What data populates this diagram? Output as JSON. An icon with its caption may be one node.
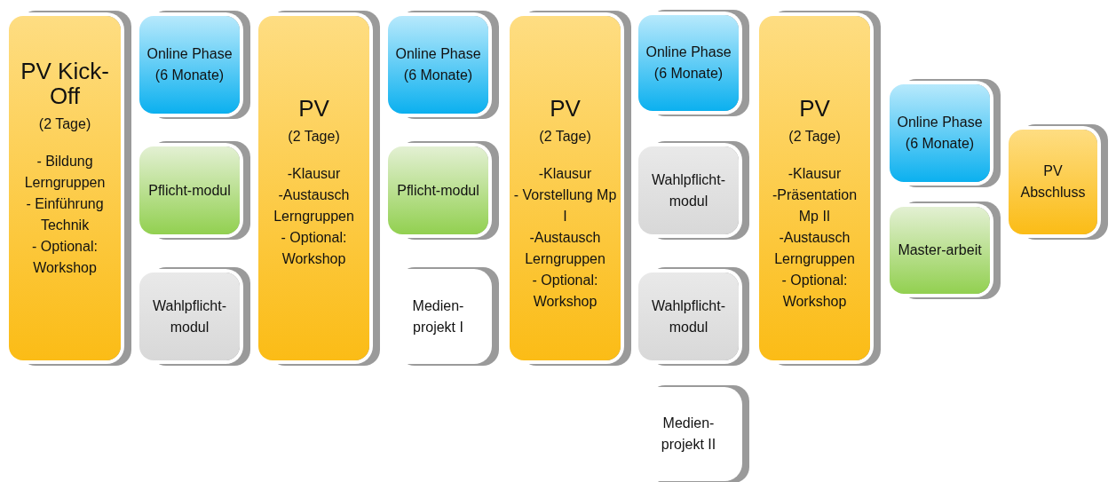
{
  "diagram": {
    "nodes": [
      {
        "text": [
          "PV Kick-Off",
          "(2 Tage)",
          "- Bildung Lerngruppen",
          "- Einführung Technik",
          "- Optional: Workshop"
        ]
      },
      {
        "text": [
          "Online Phase (6 Monate)"
        ]
      },
      {
        "text": [
          "Pflicht-modul"
        ]
      },
      {
        "text": [
          "Wahlpflicht-modul"
        ]
      },
      {
        "text": [
          "PV",
          "(2 Tage)",
          "-Klausur",
          "-Austausch Lerngruppen",
          "- Optional: Workshop"
        ]
      },
      {
        "text": [
          "Online Phase (6 Monate)"
        ]
      },
      {
        "text": [
          "Pflicht-modul"
        ]
      },
      {
        "text": [
          "Medien-projekt I"
        ]
      },
      {
        "text": [
          "PV",
          "(2 Tage)",
          "-Klausur",
          "- Vorstellung Mp I",
          "-Austausch Lerngruppen",
          "- Optional: Workshop"
        ]
      },
      {
        "text": [
          "Online Phase (6 Monate)"
        ]
      },
      {
        "text": [
          "Wahlpflicht-modul"
        ]
      },
      {
        "text": [
          "Wahlpflicht-modul"
        ]
      },
      {
        "text": [
          "PV",
          "(2 Tage)",
          "-Klausur",
          "-Präsentation Mp II",
          "-Austausch Lerngruppen",
          "- Optional: Workshop"
        ]
      },
      {
        "text": [
          "Medien-projekt II"
        ]
      },
      {
        "text": [
          "Online Phase (6 Monate)"
        ]
      },
      {
        "text": [
          "Master-arbeit"
        ]
      },
      {
        "text": [
          "PV Abschluss"
        ]
      }
    ],
    "edges": []
  }
}
